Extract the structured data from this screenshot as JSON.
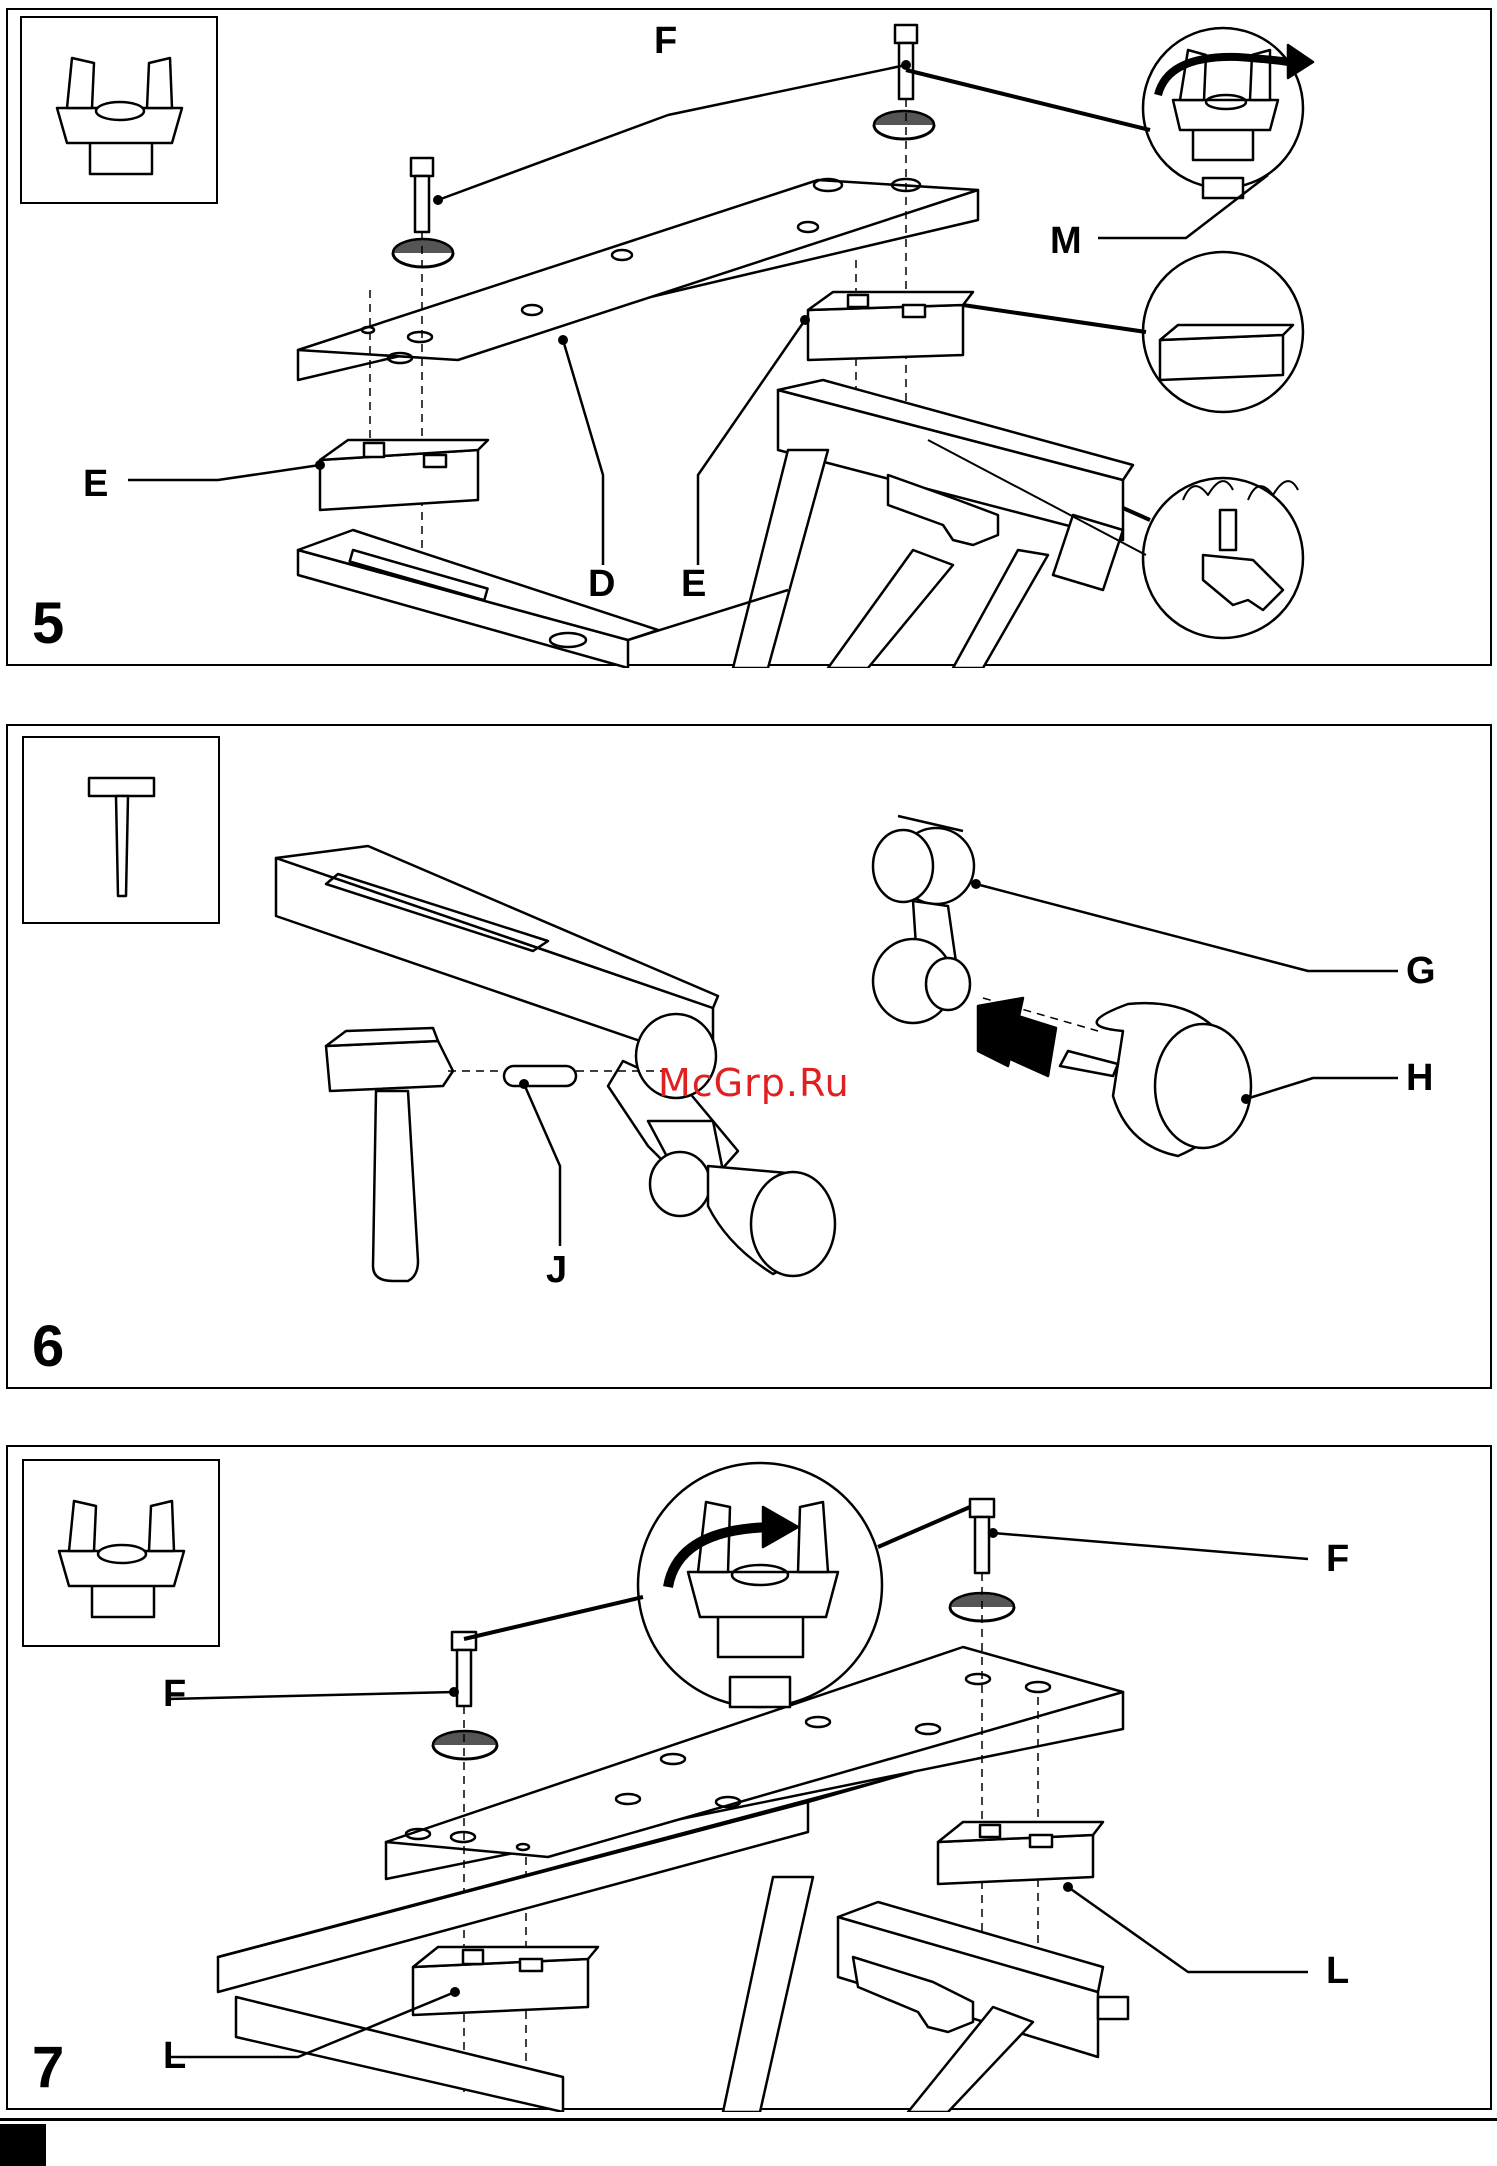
{
  "steps": [
    {
      "number": "5",
      "labels": {
        "f": "F",
        "m": "M",
        "e_left": "E",
        "d": "D",
        "e_mid": "E"
      },
      "tool_icon": "wing-nut-icon"
    },
    {
      "number": "6",
      "labels": {
        "g": "G",
        "h": "H",
        "j": "J"
      },
      "tool_icon": "hammer-icon"
    },
    {
      "number": "7",
      "labels": {
        "f_right": "F",
        "f_left": "F",
        "l_right": "L",
        "l_left": "L"
      },
      "tool_icon": "wing-nut-icon"
    }
  ],
  "watermark": "McGrp.Ru",
  "colors": {
    "ink": "#000000",
    "watermark": "#e02020"
  }
}
